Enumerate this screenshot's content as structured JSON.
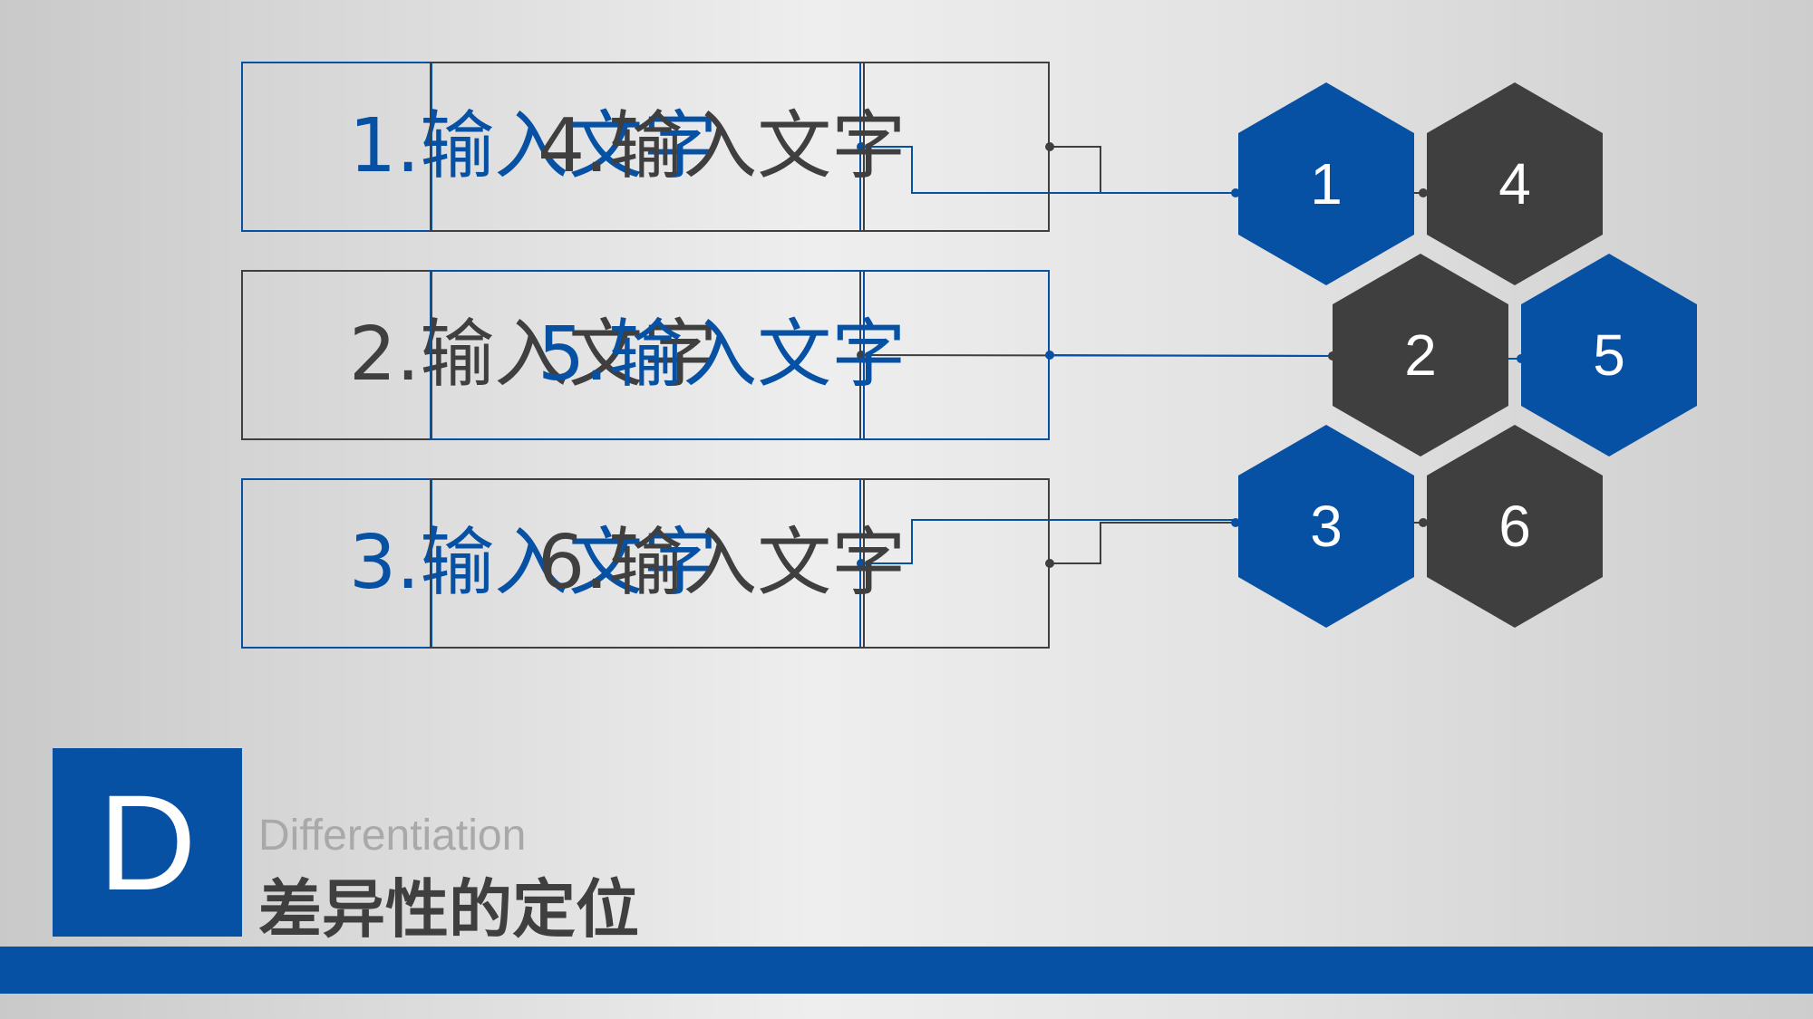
{
  "boxes": {
    "left": [
      {
        "label": "1.输入文字",
        "color": "blue"
      },
      {
        "label": "2.输入文字",
        "color": "dark"
      },
      {
        "label": "3.输入文字",
        "color": "blue"
      }
    ],
    "right": [
      {
        "label": "4.输入文字",
        "color": "dark"
      },
      {
        "label": "5.输入文字",
        "color": "blue"
      },
      {
        "label": "6.输入文字",
        "color": "dark"
      }
    ]
  },
  "hexagons": [
    {
      "number": "1",
      "color": "blue"
    },
    {
      "number": "4",
      "color": "dark"
    },
    {
      "number": "2",
      "color": "dark"
    },
    {
      "number": "5",
      "color": "blue"
    },
    {
      "number": "3",
      "color": "blue"
    },
    {
      "number": "6",
      "color": "dark"
    }
  ],
  "section": {
    "letter": "D",
    "english": "Differentiation",
    "chinese": "差异性的定位"
  },
  "colors": {
    "blue": "#0751a5",
    "dark": "#3f3f3f",
    "light_text": "#a9a9a9"
  }
}
